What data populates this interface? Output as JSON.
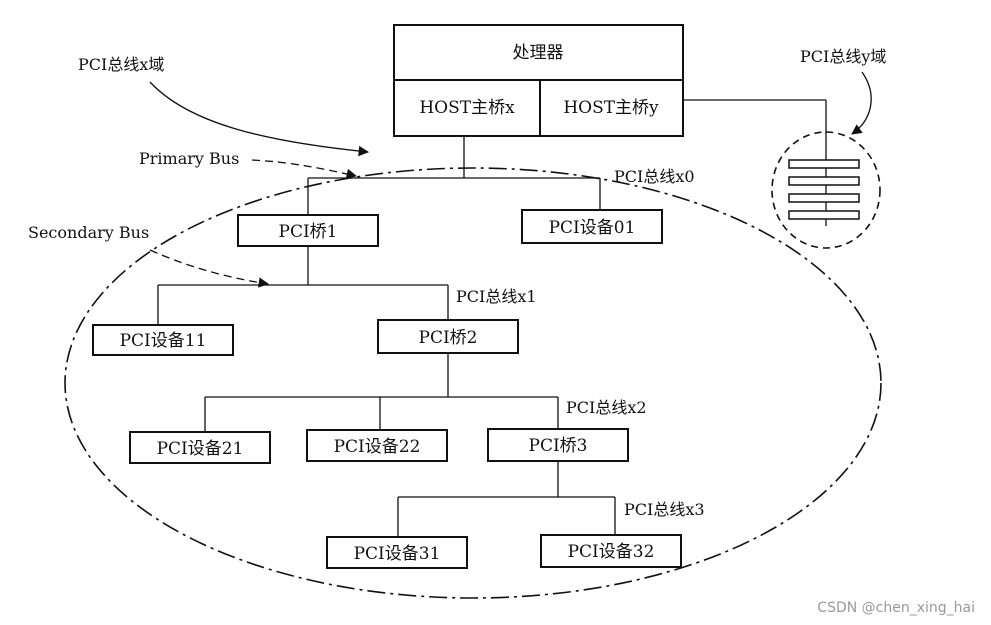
{
  "processor": {
    "title": "处理器",
    "host_x": "HOST主桥x",
    "host_y": "HOST主桥y"
  },
  "domains": {
    "x": "PCI总线x域",
    "y": "PCI总线y域"
  },
  "bus_types": {
    "primary": "Primary Bus",
    "secondary": "Secondary Bus"
  },
  "buses": {
    "x0": "PCI总线x0",
    "x1": "PCI总线x1",
    "x2": "PCI总线x2",
    "x3": "PCI总线x3"
  },
  "bridges": {
    "b1": "PCI桥1",
    "b2": "PCI桥2",
    "b3": "PCI桥3"
  },
  "devices": {
    "d01": "PCI设备01",
    "d11": "PCI设备11",
    "d21": "PCI设备21",
    "d22": "PCI设备22",
    "d31": "PCI设备31",
    "d32": "PCI设备32"
  },
  "watermark": "CSDN @chen_xing_hai"
}
